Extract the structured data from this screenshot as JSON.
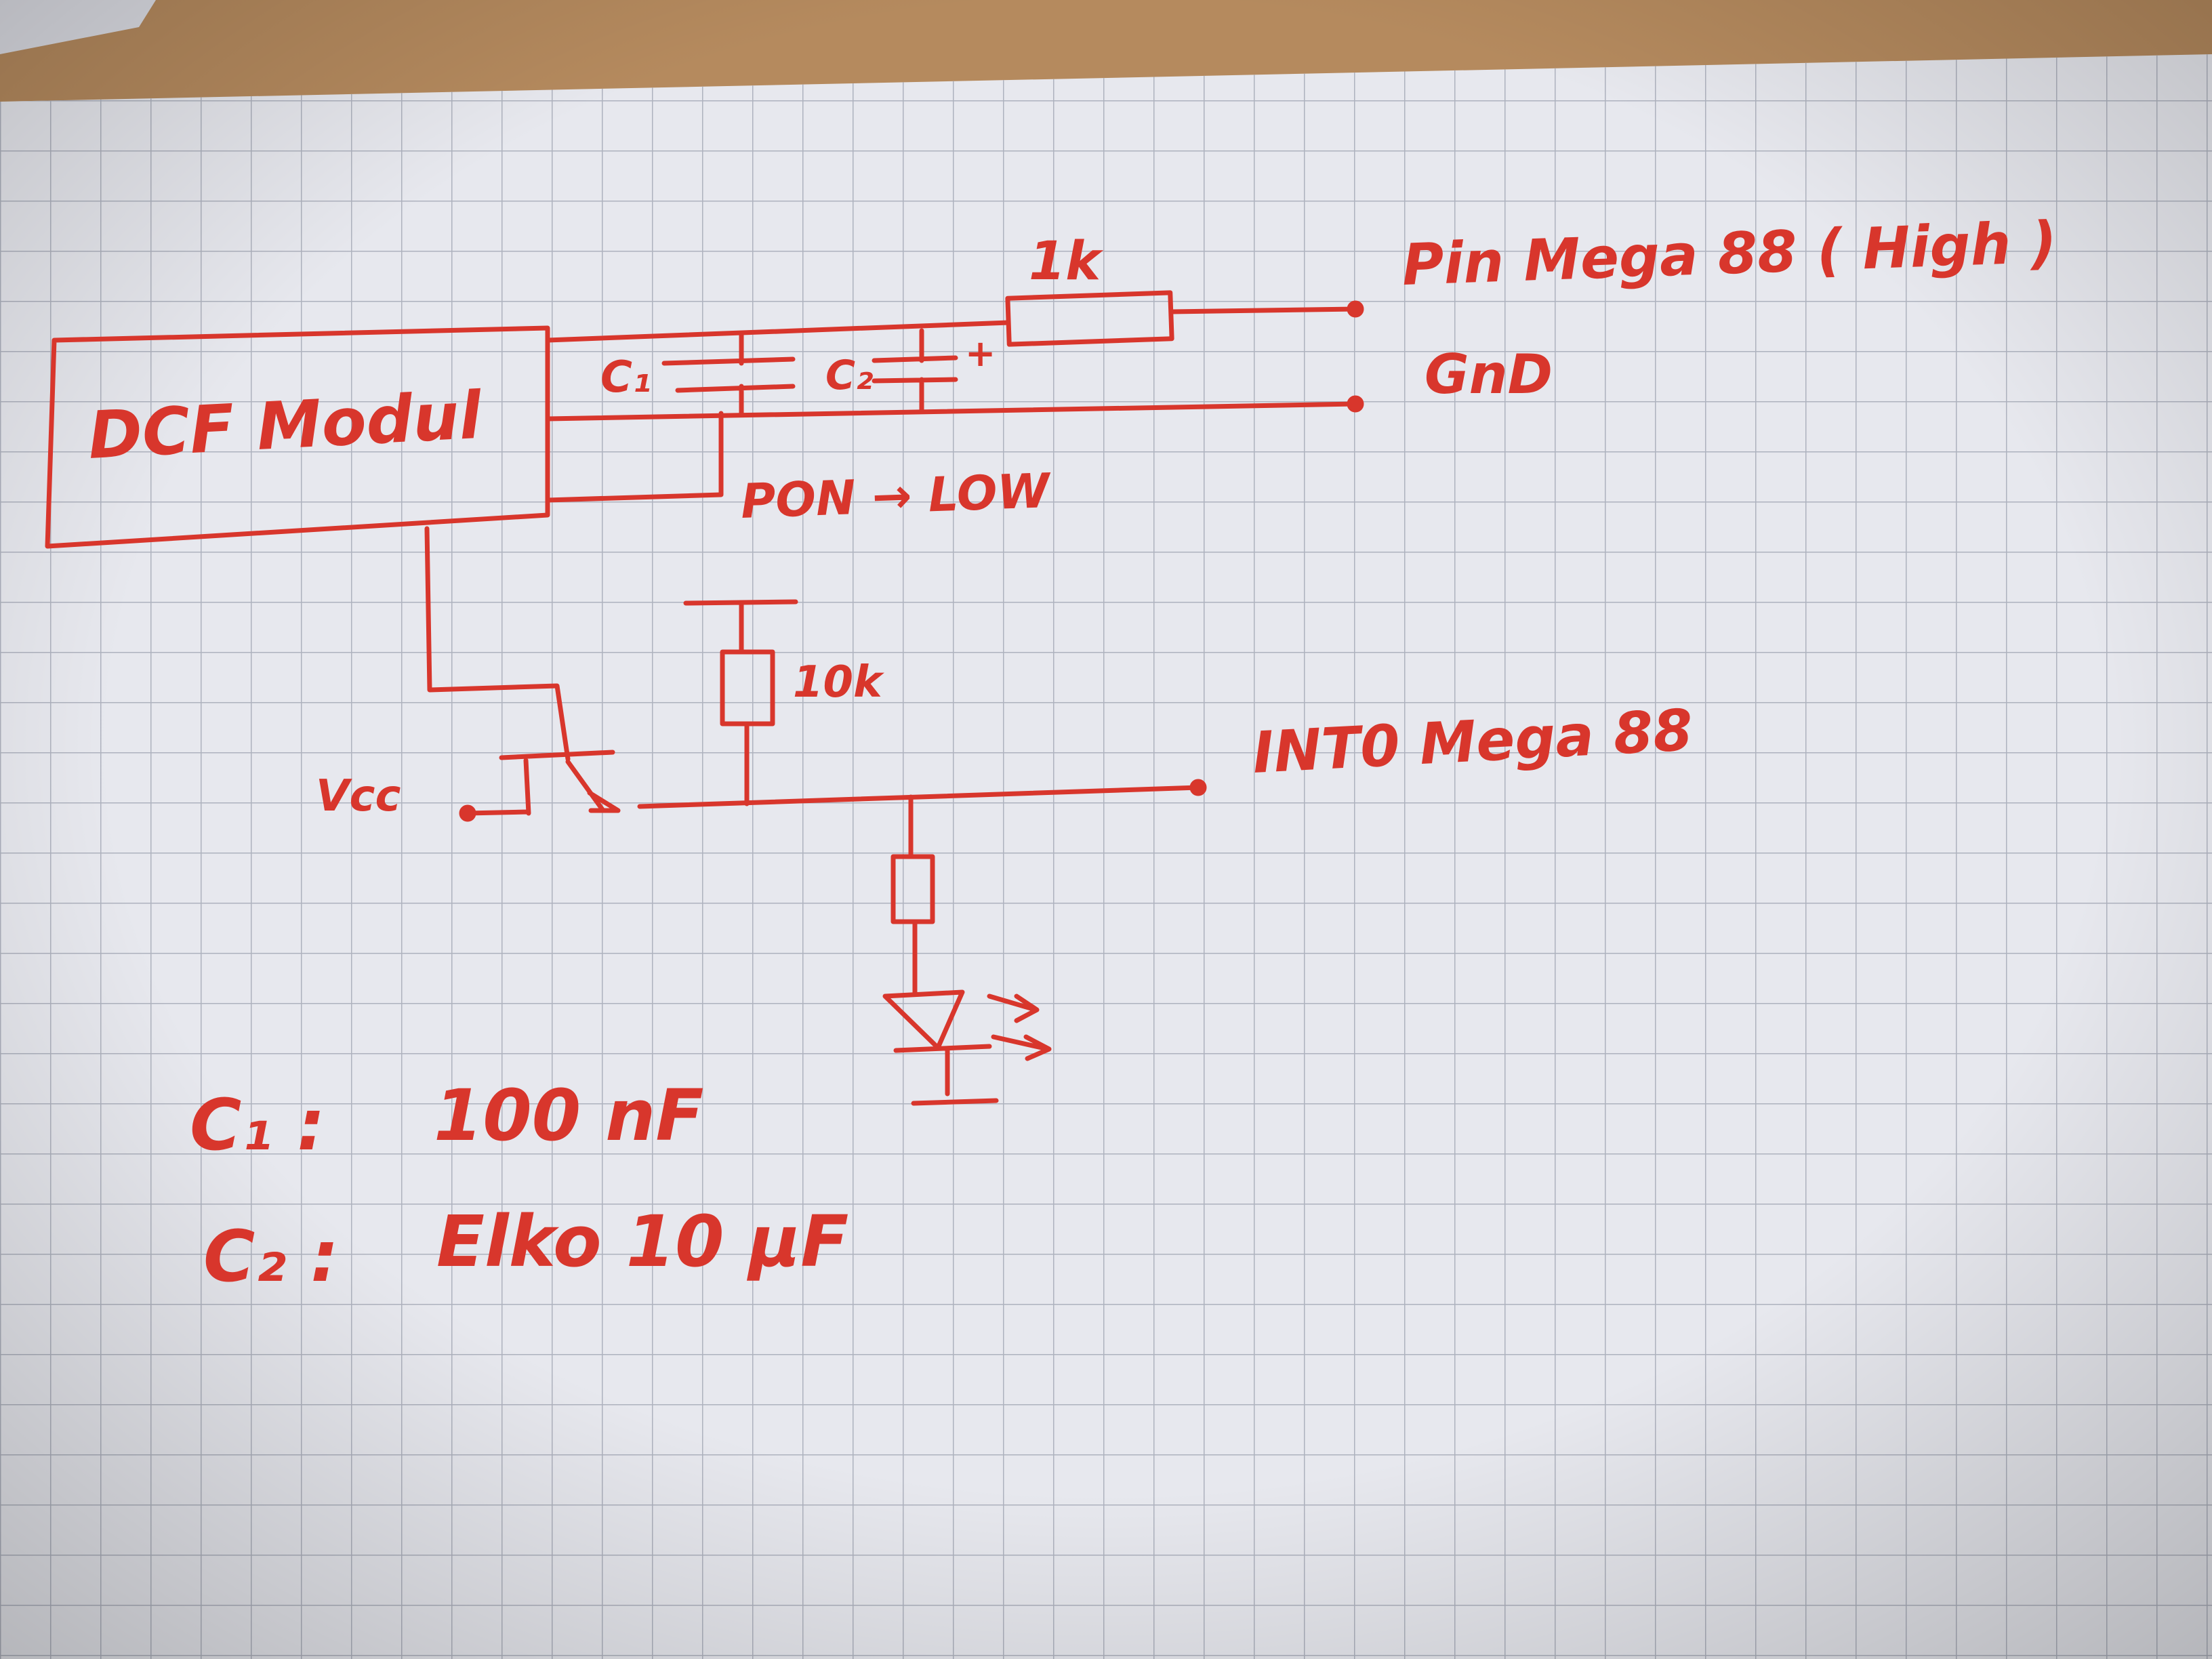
{
  "colors": {
    "ink": "#d8362c",
    "paper": "#e7e8ee",
    "grid": "#aeb2be",
    "desk": "#b58a5e"
  },
  "labels": {
    "module": "DCF Modul",
    "resistor_top": "1k",
    "pin_label": "Pin  Mega 88  ( High )",
    "c1": "C₁",
    "c2": "C₂",
    "plus": "+",
    "gnd": "GnD",
    "pon": "PON → LOW",
    "resistor_mid": "10k",
    "vcc": "Vcc",
    "int": "INT0   Mega 88"
  },
  "notes": [
    {
      "name": "C₁ :",
      "value": "100 nF"
    },
    {
      "name": "C₂ :",
      "value": "Elko   10 µF"
    }
  ]
}
